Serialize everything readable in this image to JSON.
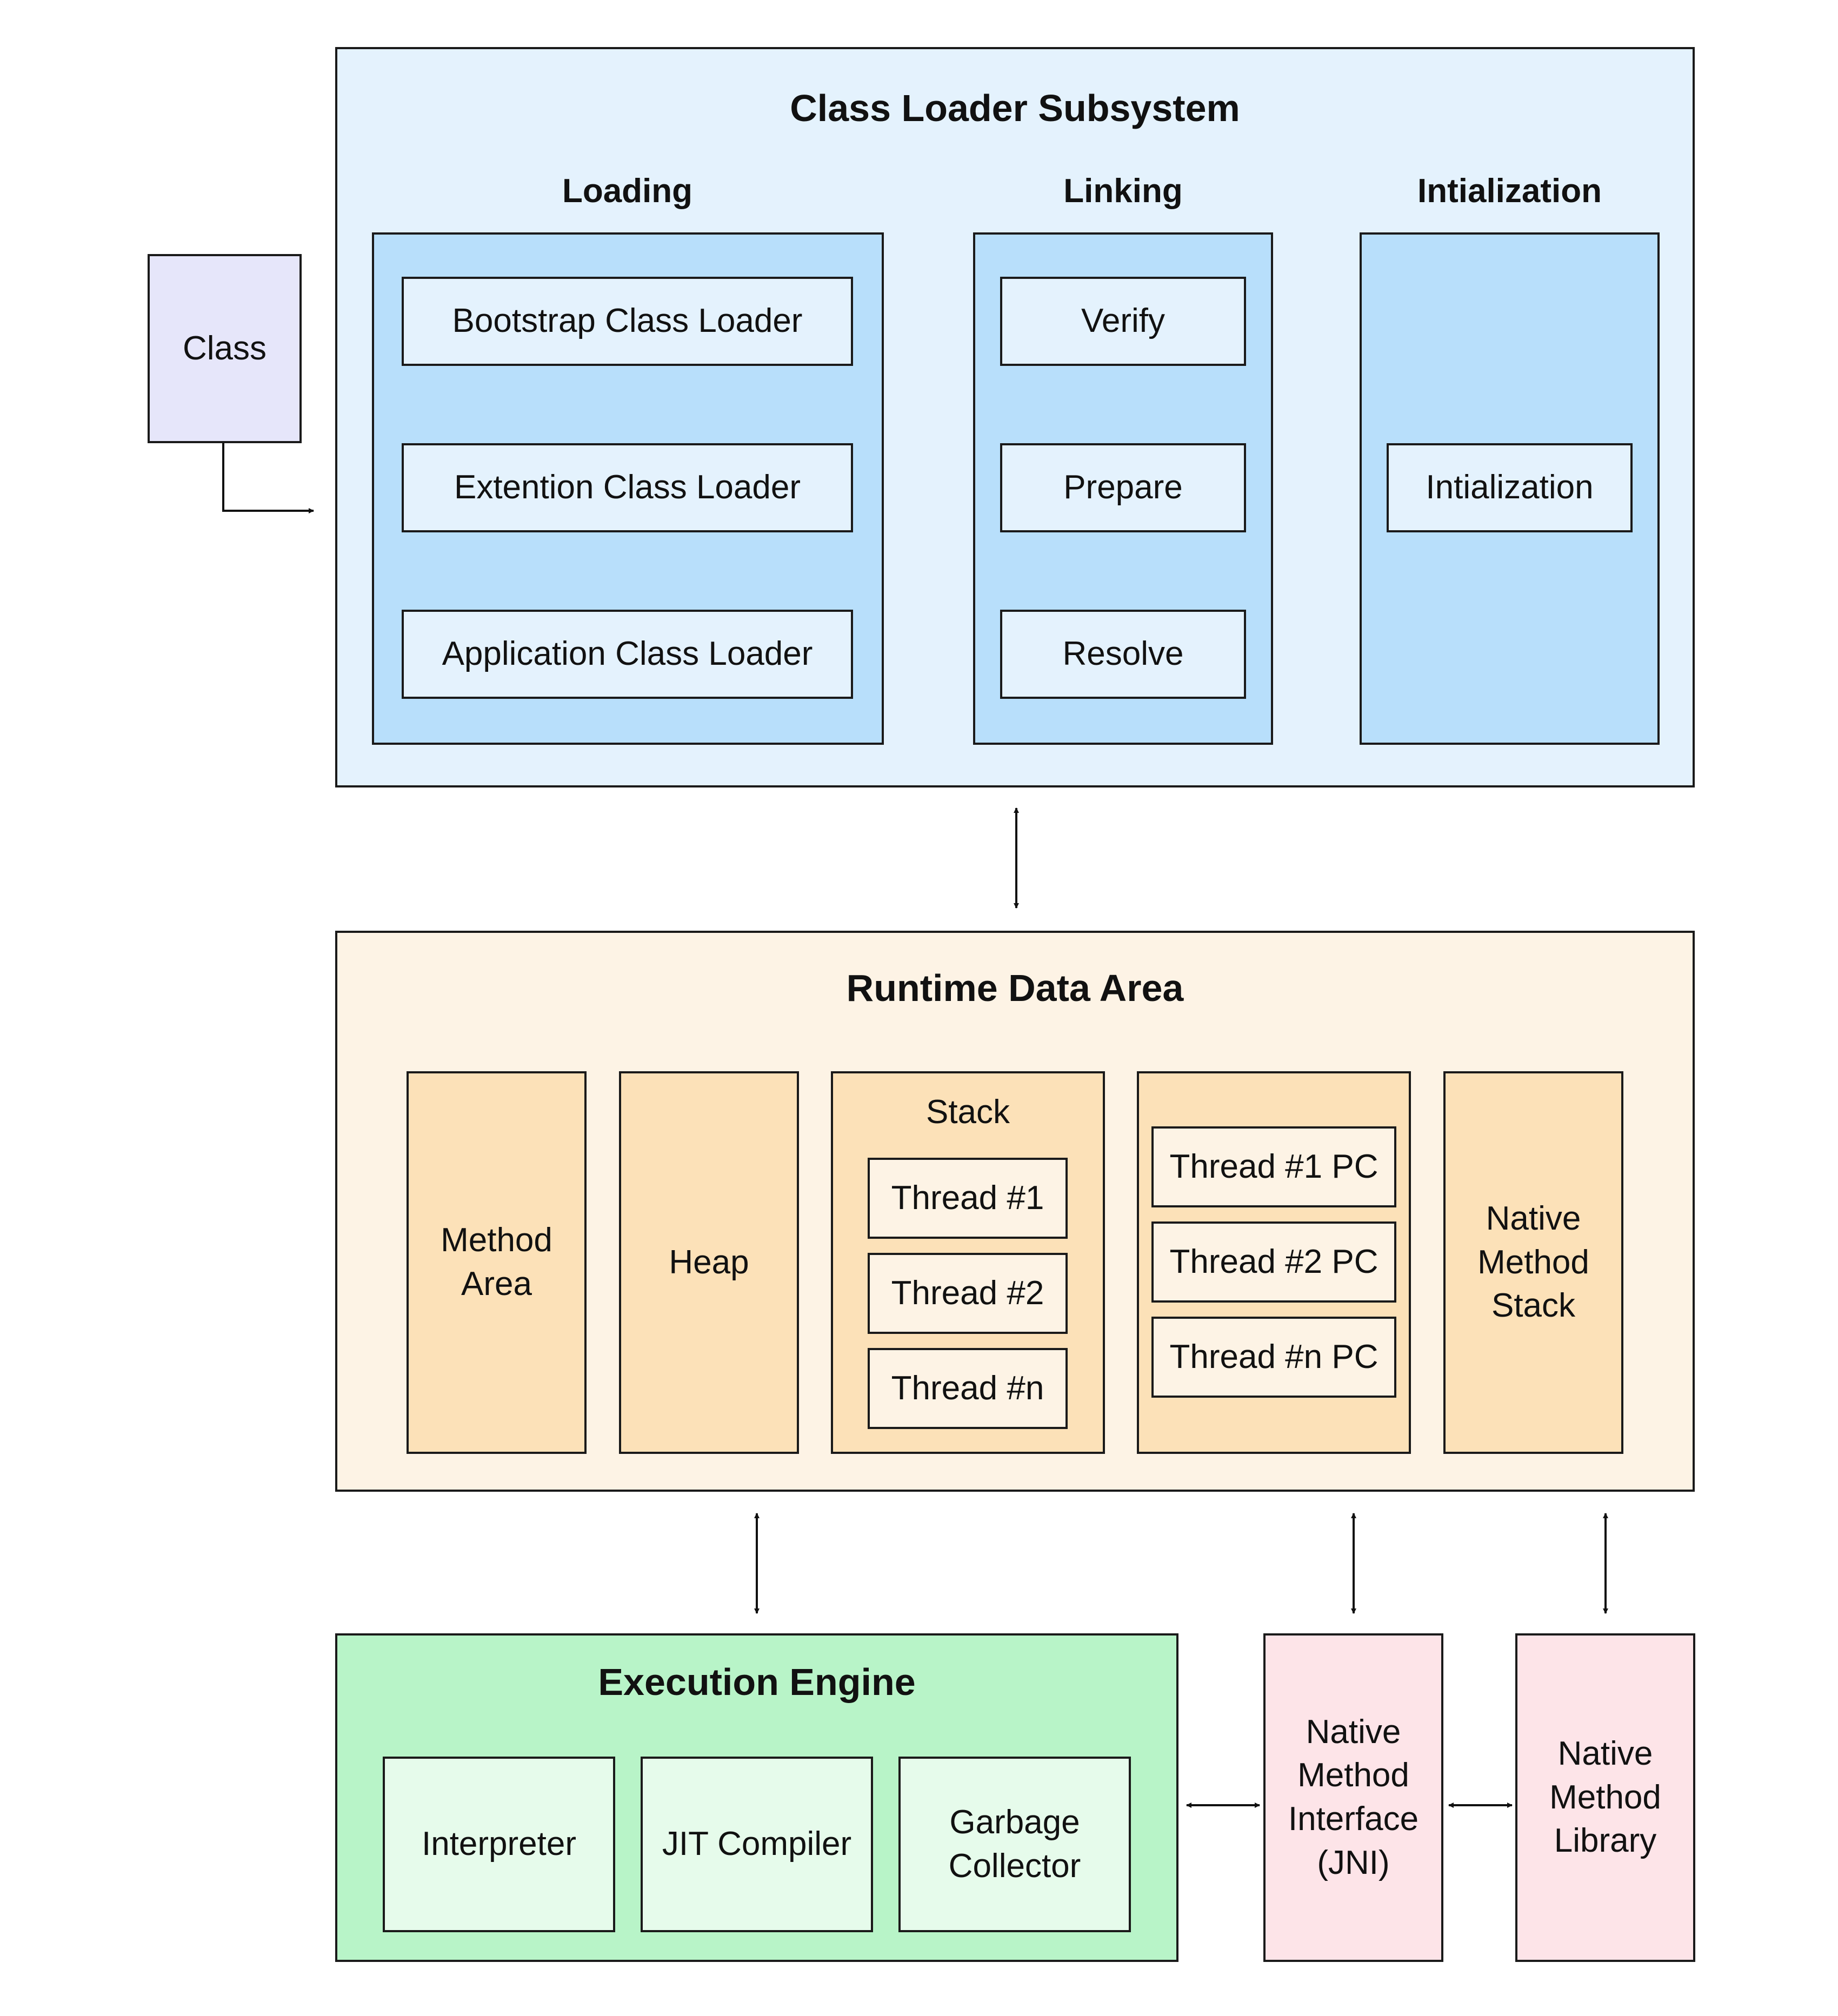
{
  "class_box": {
    "label": "Class"
  },
  "class_loader": {
    "title": "Class Loader Subsystem",
    "loading": {
      "title": "Loading",
      "items": [
        "Bootstrap Class Loader",
        "Extention Class Loader",
        "Application Class Loader"
      ]
    },
    "linking": {
      "title": "Linking",
      "items": [
        "Verify",
        "Prepare",
        "Resolve"
      ]
    },
    "initialization": {
      "title": "Intialization",
      "item": "Intialization"
    }
  },
  "runtime": {
    "title": "Runtime Data Area",
    "method_area": "Method\nArea",
    "heap": "Heap",
    "stack": {
      "title": "Stack",
      "threads": [
        "Thread #1",
        "Thread #2",
        "Thread #n"
      ]
    },
    "pc_registers": [
      "Thread #1 PC",
      "Thread #2 PC",
      "Thread #n PC"
    ],
    "native_stack": "Native\nMethod\nStack"
  },
  "execution": {
    "title": "Execution Engine",
    "items": [
      "Interpreter",
      "JIT Compiler",
      "Garbage\nCollector"
    ]
  },
  "jni": {
    "label": "Native\nMethod\nInterface\n(JNI)"
  },
  "native_library": {
    "label": "Native\nMethod\nLibrary"
  },
  "colors": {
    "class_box": "#e6e6fa",
    "loader_outer": "#e4f2fd",
    "loader_inner": "#b8dffb",
    "runtime_outer": "#fdf3e5",
    "runtime_inner": "#fce1b8",
    "execution_outer": "#b8f4c8",
    "execution_inner": "#e6fbeb",
    "native": "#fde4e8"
  }
}
